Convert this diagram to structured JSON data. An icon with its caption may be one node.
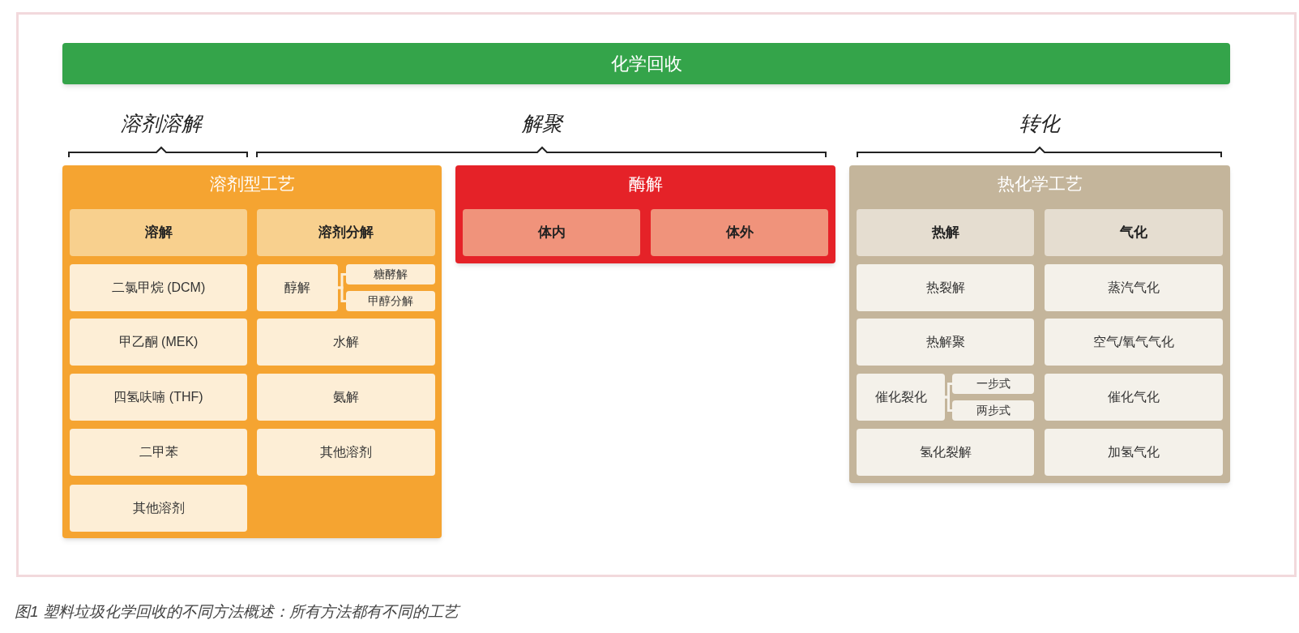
{
  "diagram": {
    "caption": "图1 塑料垃圾化学回收的不同方法概述：所有方法都有不同的工艺",
    "nodes": [
      {
        "text": [
          "化学回收"
        ]
      },
      {
        "text": [
          "溶剂型工艺"
        ]
      },
      {
        "text": [
          "溶解"
        ],
        "in": 1
      },
      {
        "text": [
          "溶剂分解"
        ],
        "in": 1
      },
      {
        "text": [
          "二氯甲烷 (DCM)"
        ],
        "in": 1
      },
      {
        "text": [
          "醇解"
        ],
        "in": 1
      },
      {
        "text": [
          "糖酵解"
        ],
        "in": 1
      },
      {
        "text": [
          "甲醇分解"
        ],
        "in": 1
      },
      {
        "text": [
          "甲乙酮 (MEK)"
        ],
        "in": 1
      },
      {
        "text": [
          "水解"
        ],
        "in": 1
      },
      {
        "text": [
          "四氢呋喃 (THF)"
        ],
        "in": 1
      },
      {
        "text": [
          "氨解"
        ],
        "in": 1
      },
      {
        "text": [
          "二甲苯"
        ],
        "in": 1
      },
      {
        "text": [
          "其他溶剂"
        ],
        "in": 1
      },
      {
        "text": [
          "其他溶剂"
        ],
        "in": 1
      },
      {
        "text": [
          "酶解"
        ]
      },
      {
        "text": [
          "体内"
        ],
        "in": 15
      },
      {
        "text": [
          "体外"
        ],
        "in": 15
      },
      {
        "text": [
          "热化学工艺"
        ]
      },
      {
        "text": [
          "热解"
        ],
        "in": 18
      },
      {
        "text": [
          "气化"
        ],
        "in": 18
      },
      {
        "text": [
          "热裂解"
        ],
        "in": 18
      },
      {
        "text": [
          "蒸汽气化"
        ],
        "in": 18
      },
      {
        "text": [
          "热解聚"
        ],
        "in": 18
      },
      {
        "text": [
          "空气/氧气气化"
        ],
        "in": 18
      },
      {
        "text": [
          "催化裂化"
        ],
        "in": 18
      },
      {
        "text": [
          "一步式"
        ],
        "in": 18
      },
      {
        "text": [
          "两步式"
        ],
        "in": 18
      },
      {
        "text": [
          "催化气化"
        ],
        "in": 18
      },
      {
        "text": [
          "氢化裂解"
        ],
        "in": 18
      },
      {
        "text": [
          "加氢气化"
        ],
        "in": 18
      }
    ],
    "edges": [
      {
        "from": 5,
        "to": 6,
        "arrow": "none"
      },
      {
        "from": 5,
        "to": 7,
        "arrow": "none"
      },
      {
        "from": 25,
        "to": 26,
        "arrow": "none"
      },
      {
        "from": 25,
        "to": 27,
        "arrow": "none"
      }
    ],
    "labels": [
      "溶剂溶解",
      "解聚",
      "转化"
    ]
  }
}
